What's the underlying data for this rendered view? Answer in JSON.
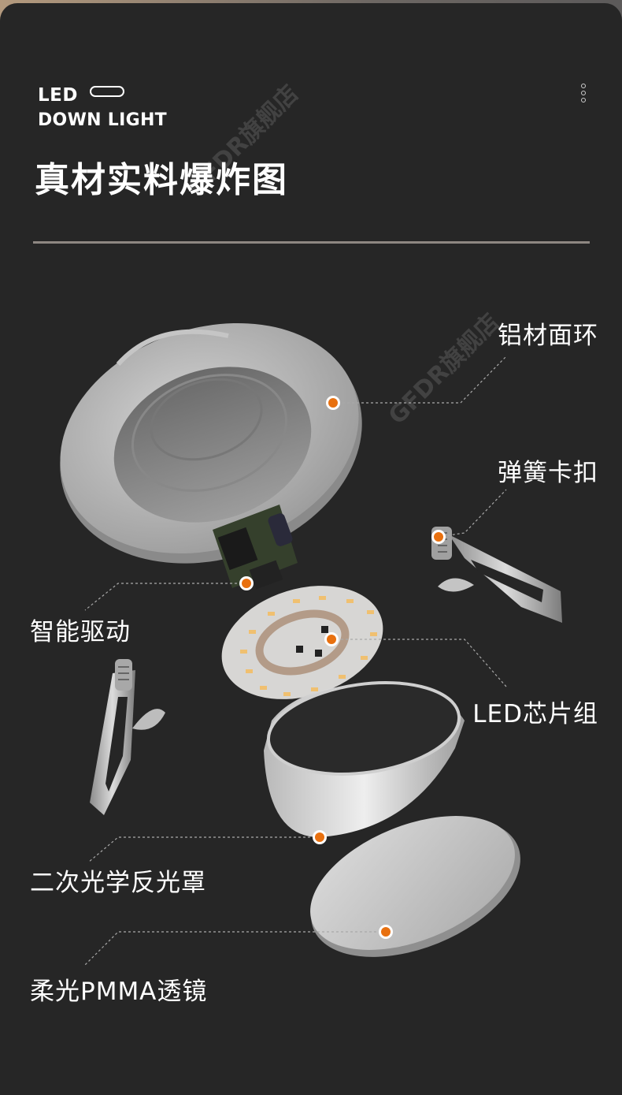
{
  "brand": {
    "line1": "LED",
    "line2": "DOWN LIGHT"
  },
  "title": "真材实料爆炸图",
  "watermark": "GFDR旗舰店",
  "components": {
    "ring": "铝材面环",
    "spring": "弹簧卡扣",
    "driver": "智能驱动",
    "chip": "LED芯片组",
    "reflector": "二次光学反光罩",
    "lens": "柔光PMMA透镜"
  },
  "colors": {
    "background": "#262626",
    "accent": "#e8700f",
    "text": "#ffffff",
    "divider": "#8e8782"
  },
  "icons": {
    "header_decoration": "pill-icon",
    "menu": "more-icon"
  }
}
